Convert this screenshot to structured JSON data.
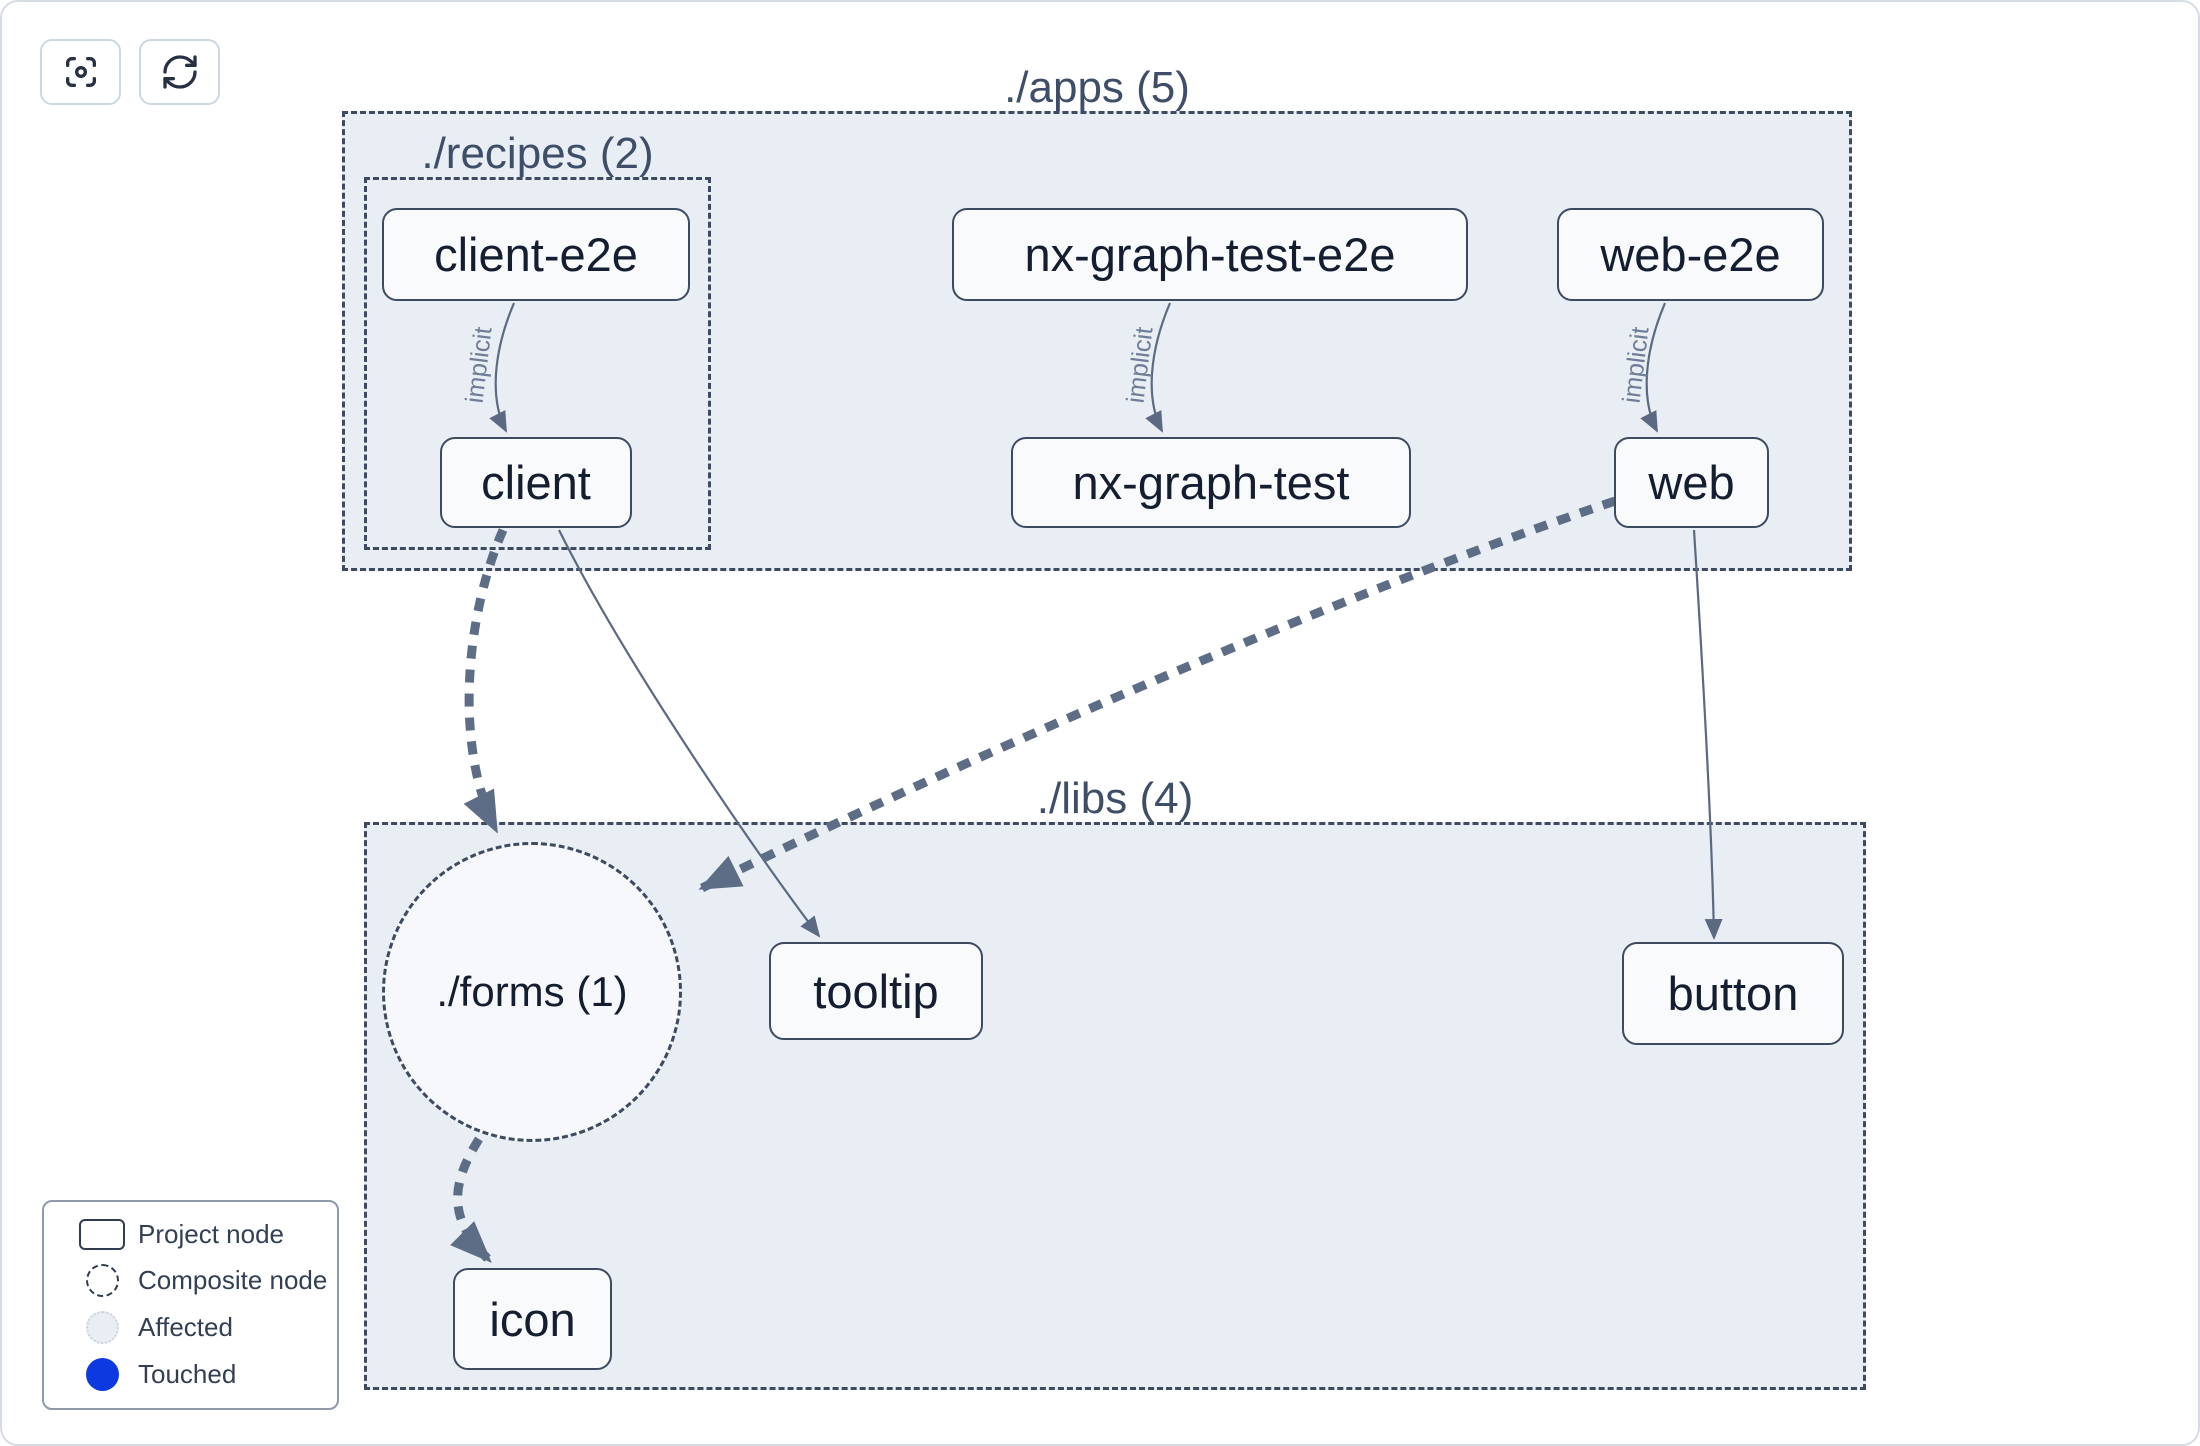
{
  "toolbar": {
    "focus_button": {
      "icon": "focus-icon",
      "action": "center-graph"
    },
    "refresh_button": {
      "icon": "refresh-icon",
      "action": "refresh-graph"
    }
  },
  "graph": {
    "groups": [
      {
        "id": "apps",
        "label": "./apps (5)"
      },
      {
        "id": "recipes",
        "label": "./recipes (2)",
        "parent": "apps"
      },
      {
        "id": "libs",
        "label": "./libs (4)"
      }
    ],
    "composite_nodes": [
      {
        "id": "forms",
        "label": "./forms (1)",
        "group": "libs"
      }
    ],
    "nodes": [
      {
        "id": "client-e2e",
        "label": "client-e2e",
        "group": "recipes"
      },
      {
        "id": "client",
        "label": "client",
        "group": "recipes"
      },
      {
        "id": "nx-graph-test-e2e",
        "label": "nx-graph-test-e2e",
        "group": "apps"
      },
      {
        "id": "nx-graph-test",
        "label": "nx-graph-test",
        "group": "apps"
      },
      {
        "id": "web-e2e",
        "label": "web-e2e",
        "group": "apps"
      },
      {
        "id": "web",
        "label": "web",
        "group": "apps"
      },
      {
        "id": "tooltip",
        "label": "tooltip",
        "group": "libs"
      },
      {
        "id": "button",
        "label": "button",
        "group": "libs"
      },
      {
        "id": "icon",
        "label": "icon",
        "group": "libs"
      }
    ],
    "edge_label_implicit": "implicit",
    "edges": [
      {
        "from": "client-e2e",
        "to": "client",
        "style": "thin-solid",
        "label": "implicit"
      },
      {
        "from": "nx-graph-test-e2e",
        "to": "nx-graph-test",
        "style": "thin-solid",
        "label": "implicit"
      },
      {
        "from": "web-e2e",
        "to": "web",
        "style": "thin-solid",
        "label": "implicit"
      },
      {
        "from": "client",
        "to": "./forms (1)",
        "style": "thick-dashed",
        "label": ""
      },
      {
        "from": "client",
        "to": "tooltip",
        "style": "thin-solid",
        "label": ""
      },
      {
        "from": "web",
        "to": "./forms (1)",
        "style": "thick-dashed",
        "label": ""
      },
      {
        "from": "web",
        "to": "button",
        "style": "thin-solid",
        "label": ""
      },
      {
        "from": "./forms (1)",
        "to": "icon",
        "style": "thick-dashed",
        "label": ""
      }
    ]
  },
  "legend": {
    "items": [
      {
        "icon": "project-node-swatch",
        "label": "Project node"
      },
      {
        "icon": "composite-node-swatch",
        "label": "Composite node"
      },
      {
        "icon": "affected-swatch",
        "label": "Affected"
      },
      {
        "icon": "touched-swatch",
        "label": "Touched"
      }
    ]
  },
  "colors": {
    "touched": "#0d3ae0",
    "group_fill": "#e9edf4",
    "node_fill": "#f8fafc",
    "node_border": "#3d4a60",
    "edge": "#5c6d85",
    "group_label_text": "#3f4e68",
    "node_text": "#141e30"
  }
}
